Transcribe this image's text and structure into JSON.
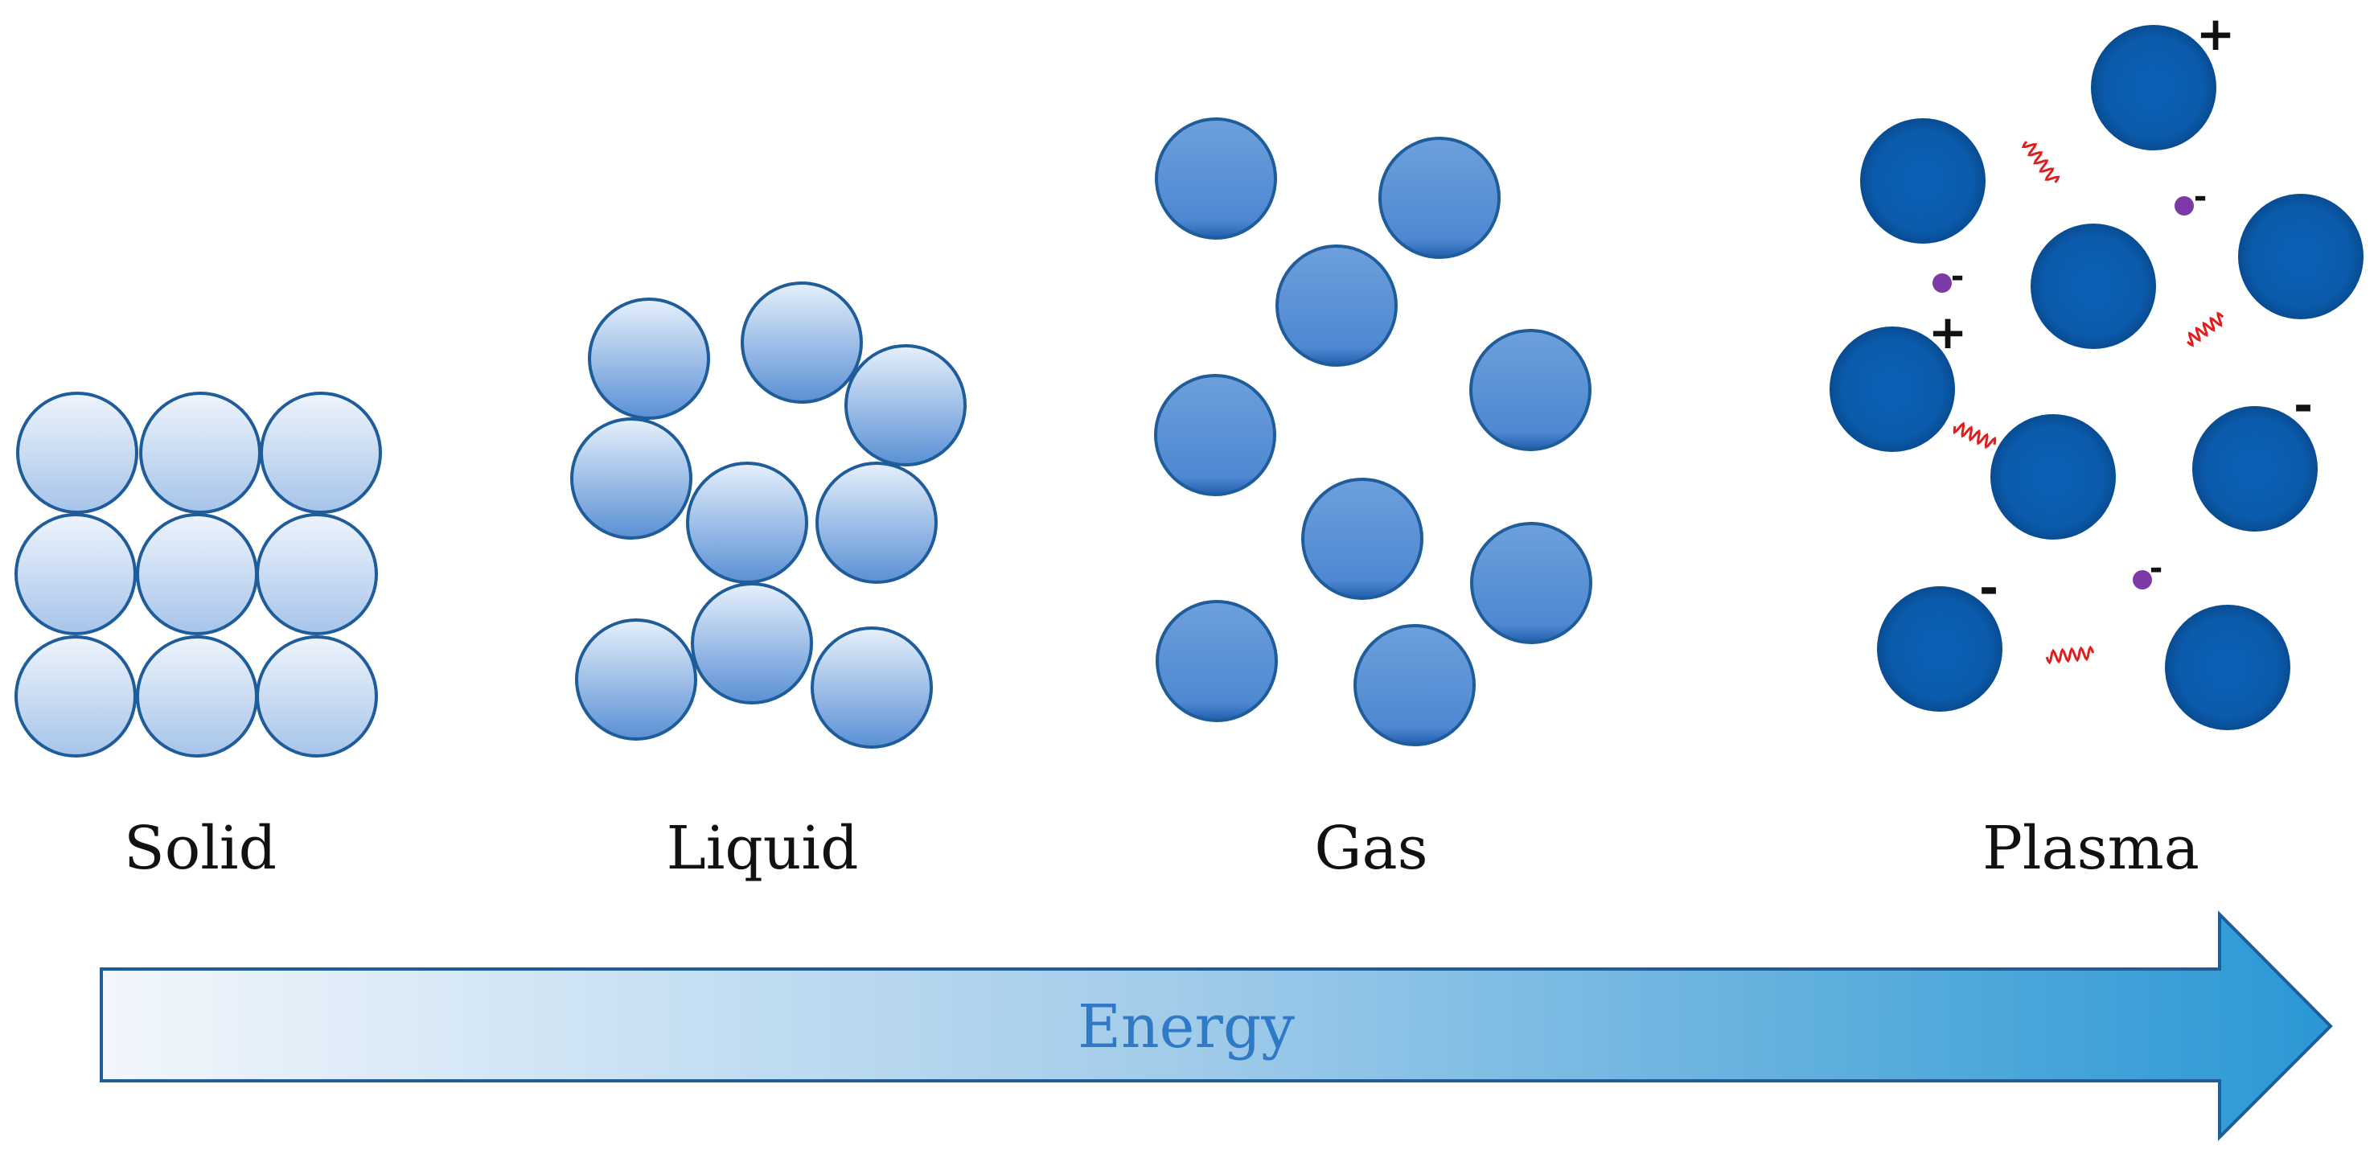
{
  "states": [
    {
      "key": "solid",
      "label": "Solid"
    },
    {
      "key": "liquid",
      "label": "Liquid"
    },
    {
      "key": "gas",
      "label": "Gas"
    },
    {
      "key": "plasma",
      "label": "Plasma"
    }
  ],
  "arrow": {
    "label": "Energy"
  },
  "charges": {
    "positive": "+",
    "negative": "-"
  },
  "colors": {
    "particle_outline": "#1f5c9a",
    "solid_fill_top": "#e8f0fb",
    "solid_fill_bottom": "#9bbde6",
    "liquid_fill_top": "#e4eefa",
    "liquid_fill_bottom": "#5d92d6",
    "gas_fill": "#5b92d8",
    "gas_fill_bottom": "#2c69b5",
    "plasma_fill": "#0c5eb1",
    "plasma_edge": "#0a4f97",
    "electron": "#7b3aa8",
    "photon": "#e01e1e",
    "arrow_start": "#f1f5fc",
    "arrow_end": "#2d9bd6",
    "arrow_outline": "#1f5c9a",
    "energy_text": "#2f79c7"
  }
}
